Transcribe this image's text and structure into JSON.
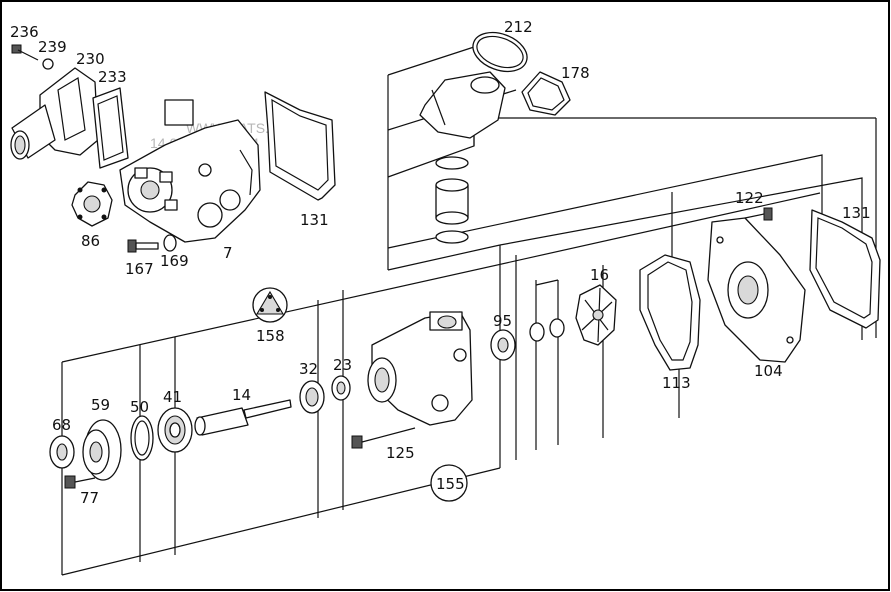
{
  "frame_color": "#000000",
  "background": "#ffffff",
  "watermark": {
    "line1": "WWW.CATS.RU",
    "line2": "14.04.05.42.2024"
  },
  "labels": {
    "p236": "236",
    "p239": "239",
    "p230": "230",
    "p233": "233",
    "p212": "212",
    "p178": "178",
    "p131a": "131",
    "p131b": "131",
    "p86": "86",
    "p167": "167",
    "p169": "169",
    "p7": "7",
    "p122": "122",
    "p16": "16",
    "p95": "95",
    "p158": "158",
    "p113": "113",
    "p104": "104",
    "p32": "32",
    "p23": "23",
    "p14": "14",
    "p41": "41",
    "p50": "50",
    "p59": "59",
    "p68": "68",
    "p77": "77",
    "p125": "125",
    "p155": "155"
  }
}
